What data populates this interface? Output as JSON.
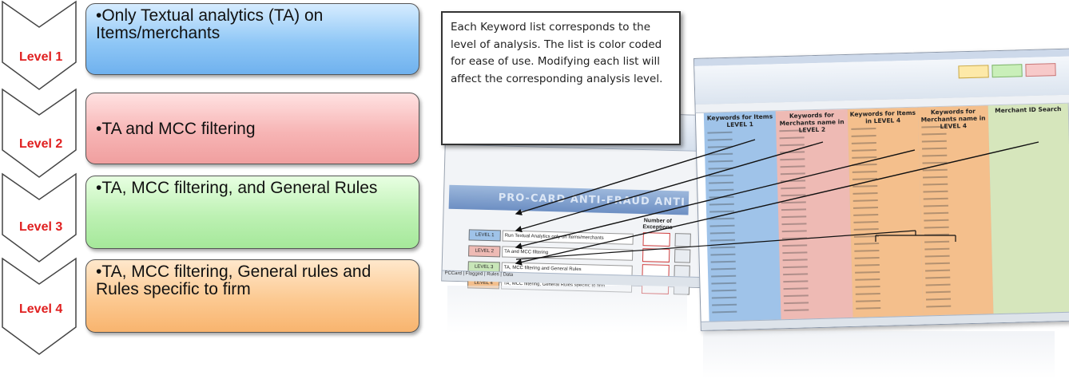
{
  "levels": [
    {
      "label": "Level 1",
      "text": "•Only Textual analytics (TA) on Items/merchants",
      "color": "#8fc7f6"
    },
    {
      "label": "Level 2",
      "text": "•TA and MCC  filtering",
      "color": "#f7b5b5"
    },
    {
      "label": "Level 3",
      "text": "•TA, MCC filtering, and General Rules",
      "color": "#bdf1b3"
    },
    {
      "label": "Level 4",
      "text": "•TA, MCC filtering, General rules  and Rules specific to firm",
      "color": "#fcc991"
    }
  ],
  "callout": {
    "text": "Each Keyword list corresponds to the level of analysis. The list is color coded for ease of use. Modifying each list will affect the corresponding analysis level."
  },
  "spreadsheet": {
    "columns": [
      {
        "header": "Keywords for Items LEVEL 1",
        "color": "#9fc3e9"
      },
      {
        "header": "Keywords for Merchants name in LEVEL 2",
        "color": "#eebab4"
      },
      {
        "header": "Keywords for Items in LEVEL 4",
        "color": "#f4bf8c"
      },
      {
        "header": "Keywords for Merchants name in LEVEL 4",
        "color": "#f4bf8c"
      },
      {
        "header": "Merchant ID Search",
        "color": "#d6e6bc"
      }
    ]
  },
  "front_sheet": {
    "title": "PRO-CARD ANTI-FRAUD ANTI",
    "count_header": "Number of Exceptions",
    "rows": [
      {
        "button": "LEVEL 1",
        "desc": "Run Textual Analytics only on Items/merchants",
        "color": "#9fc3e9"
      },
      {
        "button": "LEVEL 2",
        "desc": "TA and MCC filtering",
        "color": "#eebab4"
      },
      {
        "button": "LEVEL 3",
        "desc": "TA, MCC filtering and General Rules",
        "color": "#c8e6b8"
      },
      {
        "button": "LEVEL 4",
        "desc": "TA, MCC filtering, General Rules specific to firm",
        "color": "#f4bf8c"
      }
    ]
  }
}
